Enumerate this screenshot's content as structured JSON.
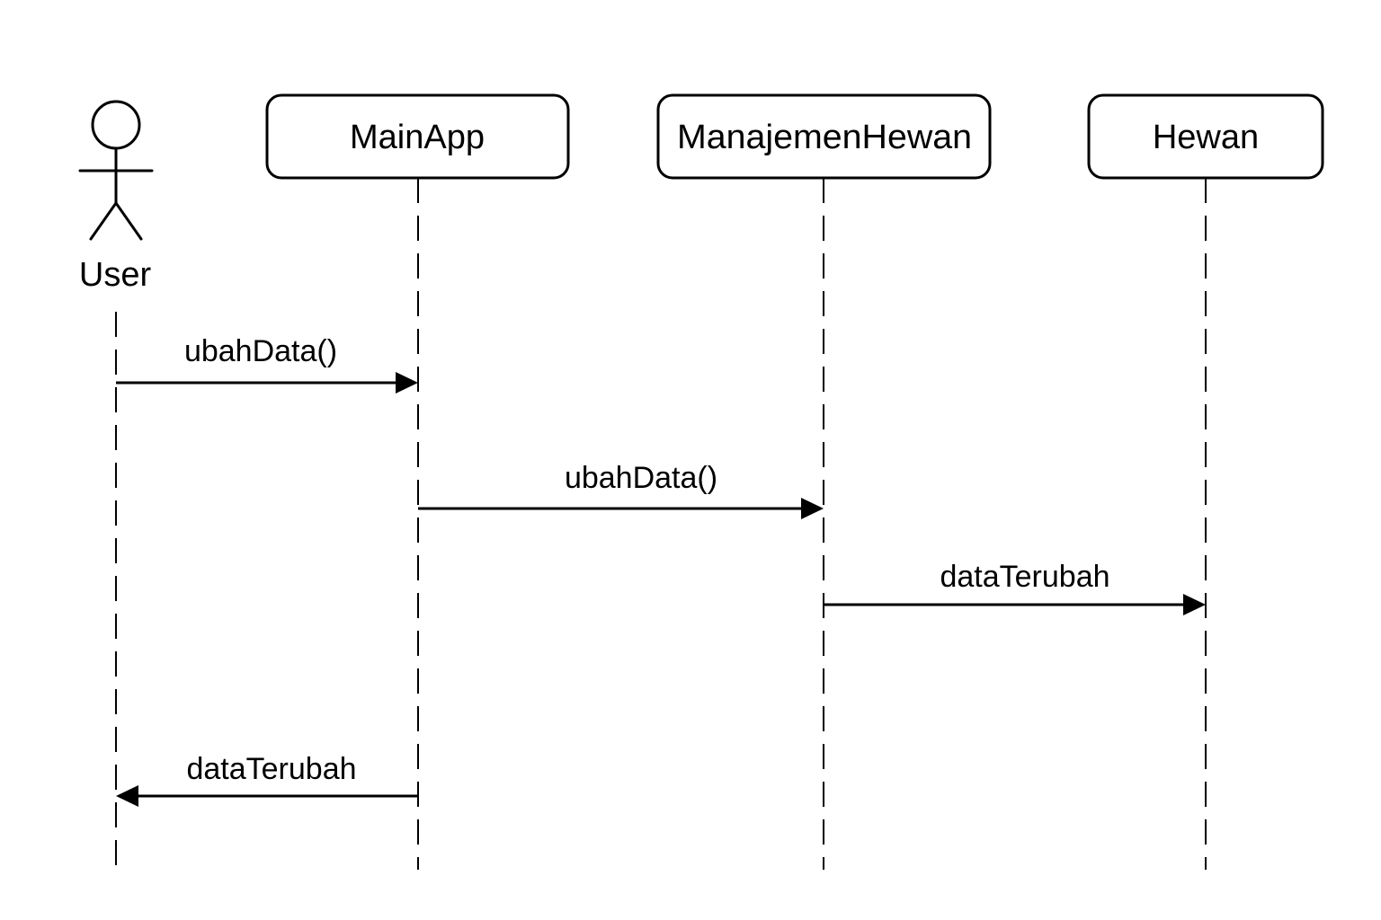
{
  "diagram": {
    "type": "sequence",
    "colors": {
      "line": "#000000",
      "box_fill": "#ffffff",
      "background": "#ffffff"
    },
    "actor": {
      "label": "User",
      "icon": "stick-figure-icon"
    },
    "participants": [
      {
        "label": "MainApp"
      },
      {
        "label": "ManajemenHewan"
      },
      {
        "label": "Hewan"
      }
    ],
    "messages": [
      {
        "label": "ubahData()",
        "from": "User",
        "to": "MainApp"
      },
      {
        "label": "ubahData()",
        "from": "MainApp",
        "to": "ManajemenHewan"
      },
      {
        "label": "dataTerubah",
        "from": "ManajemenHewan",
        "to": "Hewan"
      },
      {
        "label": "dataTerubah",
        "from": "MainApp",
        "to": "User"
      }
    ]
  }
}
